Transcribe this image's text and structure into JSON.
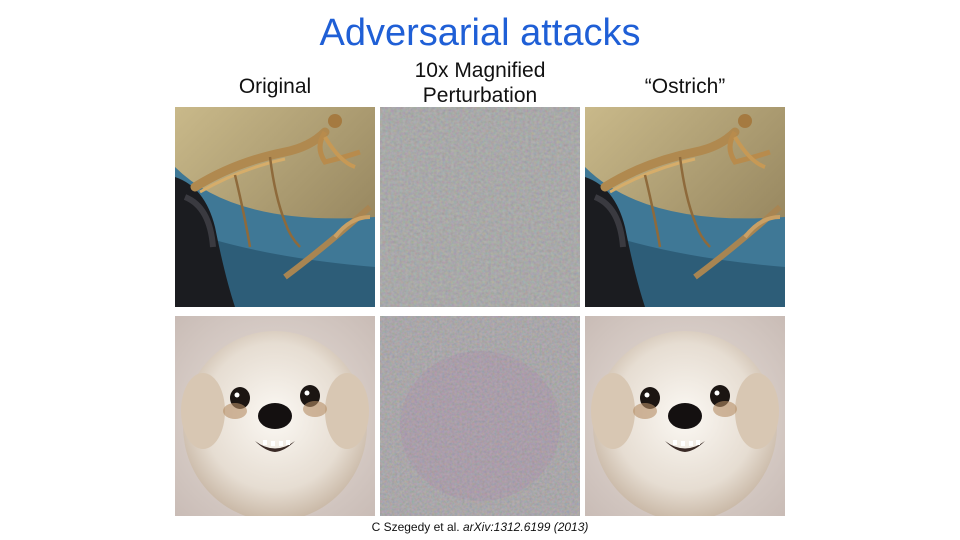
{
  "slide": {
    "title": "Adversarial attacks",
    "columns": [
      {
        "line1": "Original",
        "line2": ""
      },
      {
        "line1": "10x Magnified",
        "line2": "Perturbation"
      },
      {
        "line1": "“Ostrich”",
        "line2": ""
      }
    ],
    "citation": {
      "author": "C Szegedy et al.",
      "reference": "arXiv:1312.6199 (2013)"
    }
  }
}
